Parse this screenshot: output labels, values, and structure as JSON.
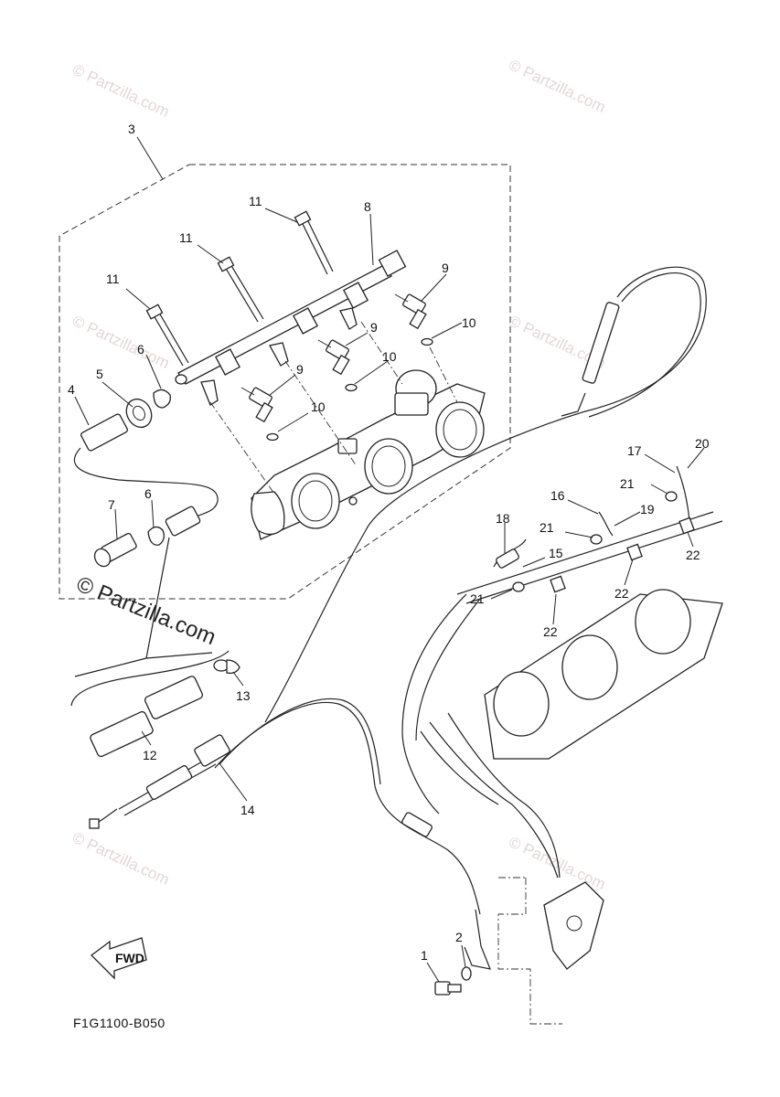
{
  "diagram_code": "F1G1100-B050",
  "fwd_label": "FWD",
  "watermark": "© Partzilla.com",
  "callouts": [
    {
      "label": "3"
    },
    {
      "label": "11"
    },
    {
      "label": "8"
    },
    {
      "label": "11"
    },
    {
      "label": "9"
    },
    {
      "label": "11"
    },
    {
      "label": "10"
    },
    {
      "label": "9"
    },
    {
      "label": "6"
    },
    {
      "label": "5"
    },
    {
      "label": "10"
    },
    {
      "label": "9"
    },
    {
      "label": "4"
    },
    {
      "label": "10"
    },
    {
      "label": "17"
    },
    {
      "label": "20"
    },
    {
      "label": "21"
    },
    {
      "label": "7"
    },
    {
      "label": "6"
    },
    {
      "label": "16"
    },
    {
      "label": "19"
    },
    {
      "label": "18"
    },
    {
      "label": "21"
    },
    {
      "label": "15"
    },
    {
      "label": "22"
    },
    {
      "label": "21"
    },
    {
      "label": "22"
    },
    {
      "label": "22"
    },
    {
      "label": "13"
    },
    {
      "label": "12"
    },
    {
      "label": "14"
    },
    {
      "label": "2"
    },
    {
      "label": "1"
    }
  ]
}
